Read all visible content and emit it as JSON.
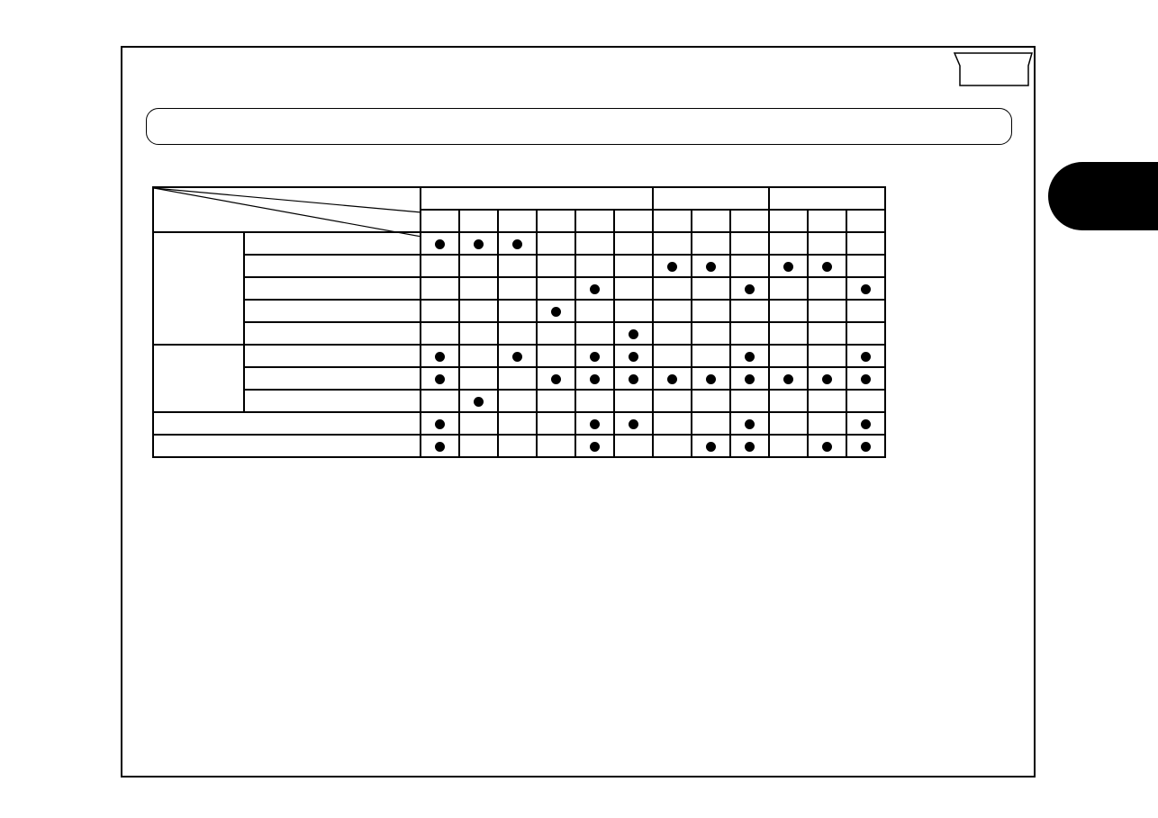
{
  "page": {
    "title": "",
    "side_tab_label": "",
    "corner_tab_label": ""
  },
  "table": {
    "groups": [
      {
        "label": "",
        "span": 6
      },
      {
        "label": "",
        "span": 3
      },
      {
        "label": "",
        "span": 3
      }
    ],
    "subheaders": [
      "",
      "",
      "",
      "",
      "",
      "",
      "",
      "",
      "",
      "",
      "",
      ""
    ],
    "rows": [
      {
        "group": "",
        "label": "",
        "marks": [
          1,
          1,
          1,
          0,
          0,
          0,
          0,
          0,
          0,
          0,
          0,
          0
        ]
      },
      {
        "group": "",
        "label": "",
        "marks": [
          0,
          0,
          0,
          0,
          0,
          0,
          1,
          1,
          0,
          1,
          1,
          0
        ]
      },
      {
        "group": "",
        "label": "",
        "marks": [
          0,
          0,
          0,
          0,
          1,
          0,
          0,
          0,
          1,
          0,
          0,
          1
        ]
      },
      {
        "group": "",
        "label": "",
        "marks": [
          0,
          0,
          0,
          1,
          0,
          0,
          0,
          0,
          0,
          0,
          0,
          0
        ]
      },
      {
        "group": "",
        "label": "",
        "marks": [
          0,
          0,
          0,
          0,
          0,
          1,
          0,
          0,
          0,
          0,
          0,
          0
        ]
      },
      {
        "group": "",
        "label": "",
        "marks": [
          1,
          0,
          1,
          0,
          1,
          1,
          0,
          0,
          1,
          0,
          0,
          1
        ]
      },
      {
        "group": "",
        "label": "",
        "marks": [
          1,
          0,
          0,
          1,
          1,
          1,
          1,
          1,
          1,
          1,
          1,
          1
        ]
      },
      {
        "group": "",
        "label": "",
        "marks": [
          0,
          1,
          0,
          0,
          0,
          0,
          0,
          0,
          0,
          0,
          0,
          0
        ]
      },
      {
        "group": "",
        "label": "",
        "marks": [
          1,
          0,
          0,
          0,
          1,
          1,
          0,
          0,
          1,
          0,
          0,
          1
        ]
      },
      {
        "group": "",
        "label": "",
        "marks": [
          1,
          0,
          0,
          0,
          1,
          0,
          0,
          1,
          1,
          0,
          1,
          1
        ]
      }
    ]
  }
}
